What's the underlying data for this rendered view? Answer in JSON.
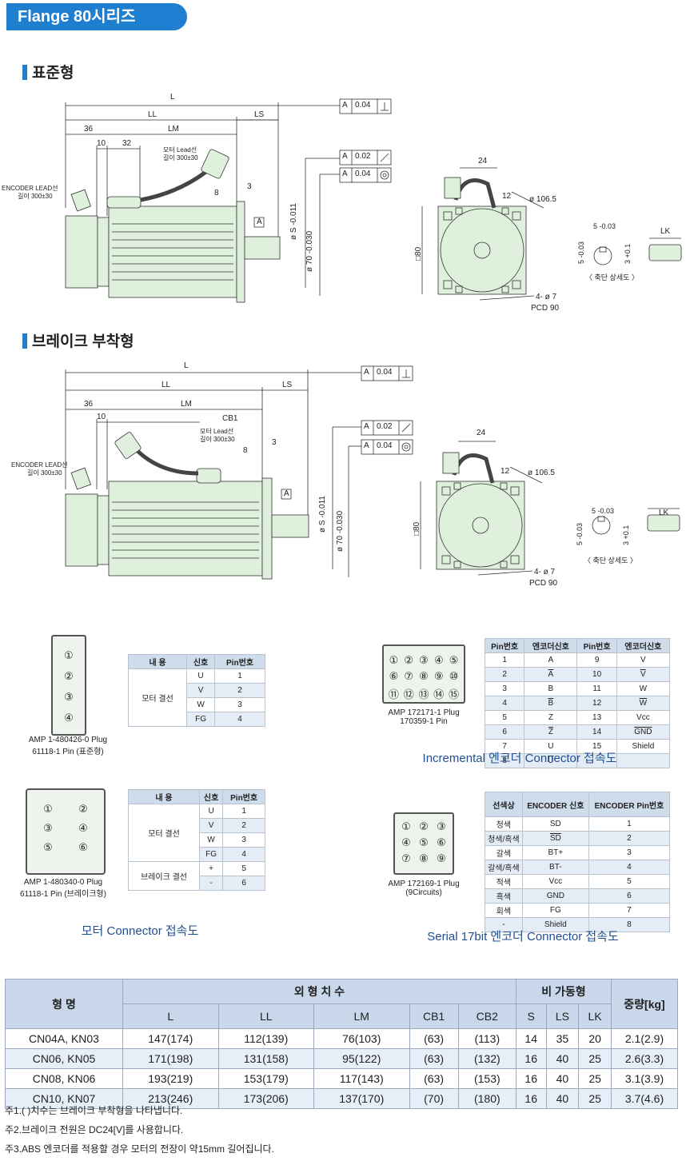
{
  "title": "Flange 80시리즈",
  "sections": {
    "standard": "표준형",
    "brake": "브레이크 부착형"
  },
  "drawing1": {
    "L": "L",
    "LL": "LL",
    "LS": "LS",
    "d36": "36",
    "LM": "LM",
    "d10": "10",
    "d32": "32",
    "lead_line1": "모터 Lead선",
    "lead_line2": "길이 300±30",
    "enc_line1": "ENCODER LEAD선",
    "enc_line2": "길이 300±30",
    "d8": "8",
    "d3": "3",
    "A": "A",
    "tol1": "0.04",
    "tol2": "0.02",
    "tol3": "0.04",
    "shaft": "ø S -0.011",
    "spigot": "ø 70 -0.030",
    "d24": "24",
    "d12": "12",
    "dia106": "ø 106.5",
    "sq80": "□80",
    "holes": "4- ø 7",
    "pcd": "PCD 90",
    "key5": "5 -0.03",
    "key5b": "5 -0.03",
    "key3": "3 +0.1",
    "LK": "LK",
    "detail": "〈 축단 상세도 〉"
  },
  "drawing2": {
    "L": "L",
    "LL": "LL",
    "LS": "LS",
    "d36": "36",
    "LM": "LM",
    "d10": "10",
    "CB1": "CB1",
    "lead_line1": "모터 Lead선",
    "lead_line2": "길이 300±30",
    "enc_line1": "ENCODER LEAD선",
    "enc_line2": "길이 300±30",
    "d8": "8",
    "d3": "3",
    "A": "A",
    "tol1": "0.04",
    "tol2": "0.02",
    "tol3": "0.04",
    "shaft": "ø S -0.011",
    "spigot": "ø 70 -0.030",
    "d24": "24",
    "d12": "12",
    "dia106": "ø 106.5",
    "sq80": "□80",
    "holes": "4- ø 7",
    "pcd": "PCD 90",
    "key5": "5 -0.03",
    "key5b": "5 -0.03",
    "key3": "3 +0.1",
    "LK": "LK",
    "detail": "〈 축단 상세도 〉"
  },
  "motor_std": {
    "plug_caption1": "AMP 1-480426-0 Plug",
    "plug_caption2": "61118-1 Pin (표준형)",
    "pins": [
      "①",
      "②",
      "③",
      "④"
    ],
    "headers": [
      "내 용",
      "신호",
      "Pin번호"
    ],
    "group": "모터 결선",
    "rows": [
      [
        "U",
        "1"
      ],
      [
        "V",
        "2"
      ],
      [
        "W",
        "3"
      ],
      [
        "FG",
        "4"
      ]
    ]
  },
  "motor_brake": {
    "plug_caption1": "AMP 1-480340-0 Plug",
    "plug_caption2": "61118-1 Pin (브레이크형)",
    "pins": [
      "①",
      "②",
      "③",
      "④",
      "⑤",
      "⑥"
    ],
    "headers": [
      "내 용",
      "신호",
      "Pin번호"
    ],
    "group": "모터 결선",
    "group2": "브레이크 결선",
    "rows": [
      [
        "U",
        "1"
      ],
      [
        "V",
        "2"
      ],
      [
        "W",
        "3"
      ],
      [
        "FG",
        "4"
      ],
      [
        "+",
        "5"
      ],
      [
        "-",
        "6"
      ]
    ]
  },
  "motor_caption": "모터 Connector 접속도",
  "incremental": {
    "plug_caption1": "AMP 172171-1 Plug",
    "plug_caption2": "170359-1 Pin",
    "pins": [
      "①",
      "②",
      "③",
      "④",
      "⑤",
      "⑥",
      "⑦",
      "⑧",
      "⑨",
      "⑩",
      "⑪",
      "⑫",
      "⑬",
      "⑭",
      "⑮"
    ],
    "headers": [
      "Pin번호",
      "엔코더신호",
      "Pin번호",
      "엔코더신호"
    ],
    "rows": [
      [
        "1",
        "A",
        "9",
        "V"
      ],
      [
        "2",
        "A",
        "10",
        "V"
      ],
      [
        "3",
        "B",
        "11",
        "W"
      ],
      [
        "4",
        "B",
        "12",
        "W"
      ],
      [
        "5",
        "Z",
        "13",
        "Vcc"
      ],
      [
        "6",
        "Z",
        "14",
        "GND"
      ],
      [
        "7",
        "U",
        "15",
        "Shield"
      ],
      [
        "8",
        "U",
        "",
        ""
      ]
    ],
    "caption": "Incremental 엔코더 Connector 접속도"
  },
  "serial": {
    "plug_caption1": "AMP 172169-1 Plug",
    "plug_caption2": "(9Circuits)",
    "pins": [
      "①",
      "②",
      "③",
      "④",
      "⑤",
      "⑥",
      "⑦",
      "⑧",
      "⑨"
    ],
    "headers": [
      "선색상",
      "ENCODER 신호",
      "ENCODER Pin번호"
    ],
    "rows": [
      [
        "청색",
        "SD",
        "1"
      ],
      [
        "청색/흑색",
        "SD",
        "2"
      ],
      [
        "갈색",
        "BT+",
        "3"
      ],
      [
        "갈색/흑색",
        "BT-",
        "4"
      ],
      [
        "적색",
        "Vcc",
        "5"
      ],
      [
        "흑색",
        "GND",
        "6"
      ],
      [
        "회색",
        "FG",
        "7"
      ],
      [
        "-",
        "Shield",
        "8"
      ]
    ],
    "caption": "Serial 17bit 엔코더 Connector 접속도"
  },
  "dims": {
    "model": "형 명",
    "outer": "외 형 치 수",
    "shaft": "비 가동형",
    "weight": "중량[kg]",
    "cols": [
      "L",
      "LL",
      "LM",
      "CB1",
      "CB2",
      "S",
      "LS",
      "LK"
    ],
    "rows": [
      [
        "CN04A, KN03",
        "147(174)",
        "112(139)",
        "76(103)",
        "(63)",
        "(113)",
        "14",
        "35",
        "20",
        "2.1(2.9)"
      ],
      [
        "CN06, KN05",
        "171(198)",
        "131(158)",
        "95(122)",
        "(63)",
        "(132)",
        "16",
        "40",
        "25",
        "2.6(3.3)"
      ],
      [
        "CN08, KN06",
        "193(219)",
        "153(179)",
        "117(143)",
        "(63)",
        "(153)",
        "16",
        "40",
        "25",
        "3.1(3.9)"
      ],
      [
        "CN10, KN07",
        "213(246)",
        "173(206)",
        "137(170)",
        "(70)",
        "(180)",
        "16",
        "40",
        "25",
        "3.7(4.6)"
      ]
    ]
  },
  "notes": [
    "주1.( )치수는 브레이크 부착형을 나타냅니다.",
    "주2.브레이크 전원은 DC24[V]를 사용합니다.",
    "주3.ABS 엔코더를 적용할 경우 모터의 전장이 약15mm 길어집니다."
  ]
}
